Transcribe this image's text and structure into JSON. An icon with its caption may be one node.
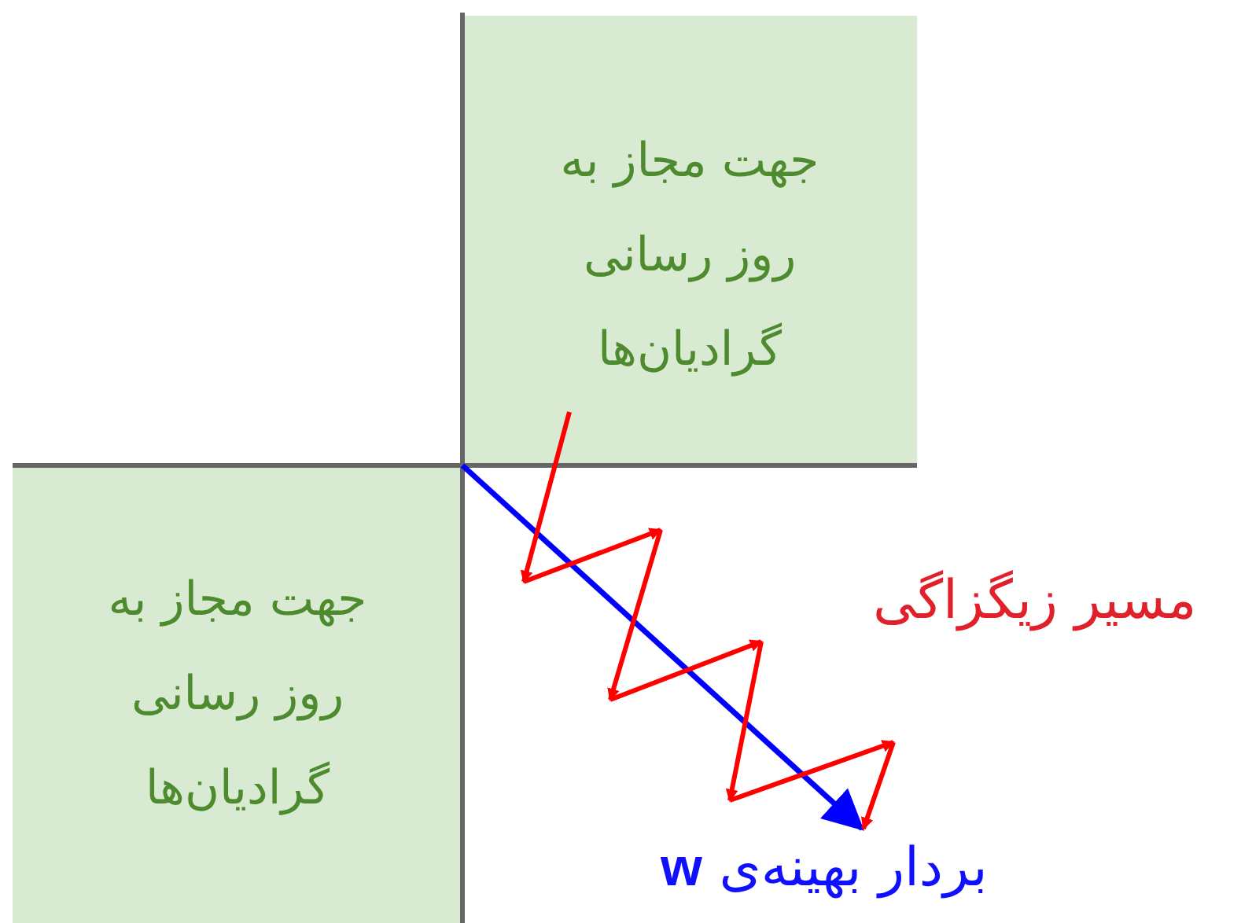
{
  "diagram": {
    "nodes": [
      {
        "text": [
          "جهت مجاز به روز رسانی گرادیان‌ها"
        ]
      },
      {
        "text": [
          "جهت مجاز به روز رسانی گرادیان‌ها"
        ]
      }
    ],
    "labels": [
      "مسیر زیگزاگی",
      "بردار بهینه‌ی **w**"
    ]
  }
}
